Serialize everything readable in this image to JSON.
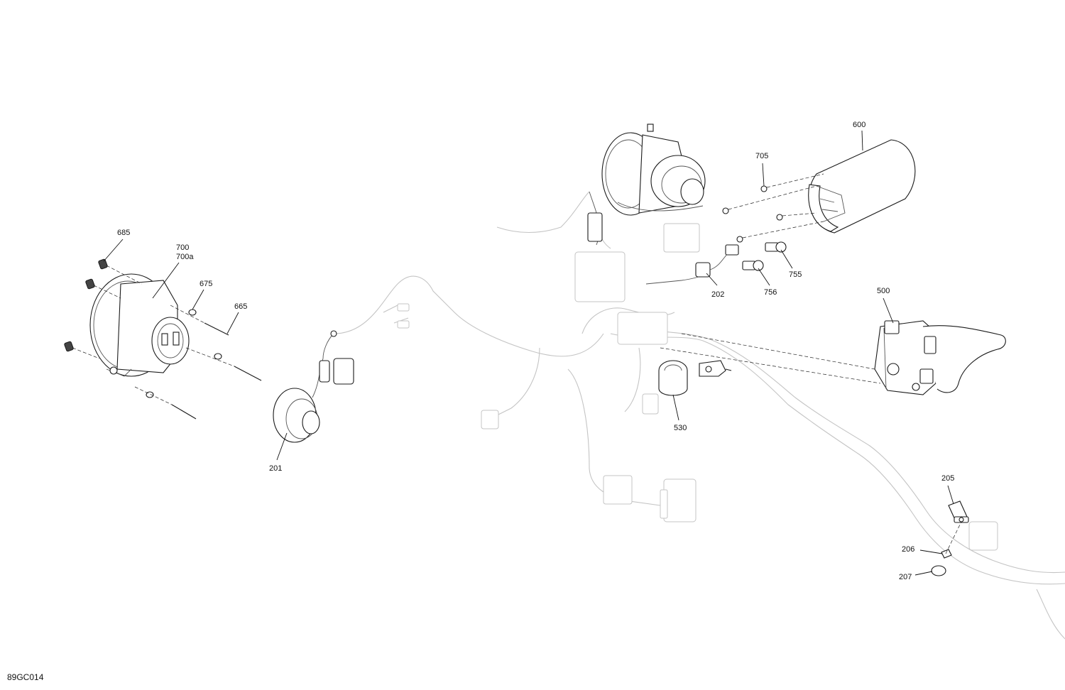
{
  "figure_code": "89GC014",
  "callouts": {
    "c685": "685",
    "c700": "700",
    "c700a": "700a",
    "c675": "675",
    "c665": "665",
    "c201": "201",
    "c600": "600",
    "c705": "705",
    "c755": "755",
    "c756": "756",
    "c202": "202",
    "c500": "500",
    "c530": "530",
    "c205": "205",
    "c206": "206",
    "c207": "207"
  }
}
